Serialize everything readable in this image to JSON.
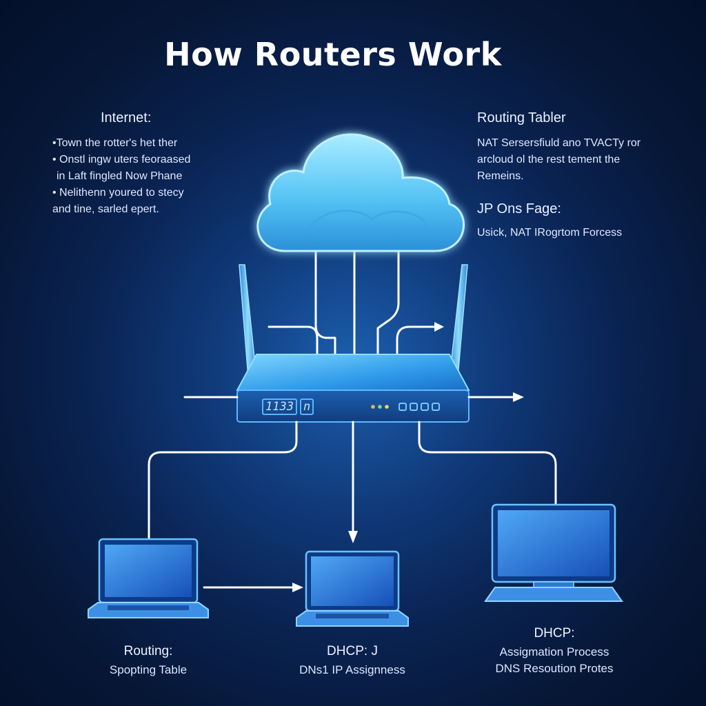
{
  "title": "How Routers Work",
  "left_panel": {
    "heading": "Internet:",
    "lines": [
      "•Town the rotter's het ther",
      "• Onstl ingw uters feoraased",
      "in Laft fingled Now Phane",
      "• Nelithenn youred to stecy",
      "and tine, sarled epert."
    ]
  },
  "right_panel": {
    "heading": "Routing Tabler",
    "lines": [
      "NAT Sersersfiuld ano TVACTy ror",
      "arcloud ol the rest tement the",
      "Remeins."
    ],
    "heading2": "JP Ons Fage:",
    "line2": "Usick, NAT IRogrtom Forcess"
  },
  "router": {
    "display": "1133",
    "display_glyph": "n"
  },
  "devices": [
    {
      "id": "left-laptop",
      "title": "Routing:",
      "lines": [
        "Spopting Table"
      ]
    },
    {
      "id": "center-laptop",
      "title": "DHCP: J",
      "lines": [
        "DNs1 IP Assignness"
      ]
    },
    {
      "id": "right-monitor",
      "title": "DHCP:",
      "lines": [
        "Assigmation Process",
        "DNS Resoution Protes"
      ]
    }
  ],
  "colors": {
    "background": "#061634",
    "glow": "#1c5fae",
    "cloud": "#56c4f5",
    "router": "#2a8fe6",
    "connector": "#ffffff",
    "accent": "#57b6ff"
  },
  "icons": [
    "cloud-icon",
    "router-icon",
    "antenna-icon",
    "laptop-icon",
    "monitor-icon",
    "arrow-icon"
  ]
}
